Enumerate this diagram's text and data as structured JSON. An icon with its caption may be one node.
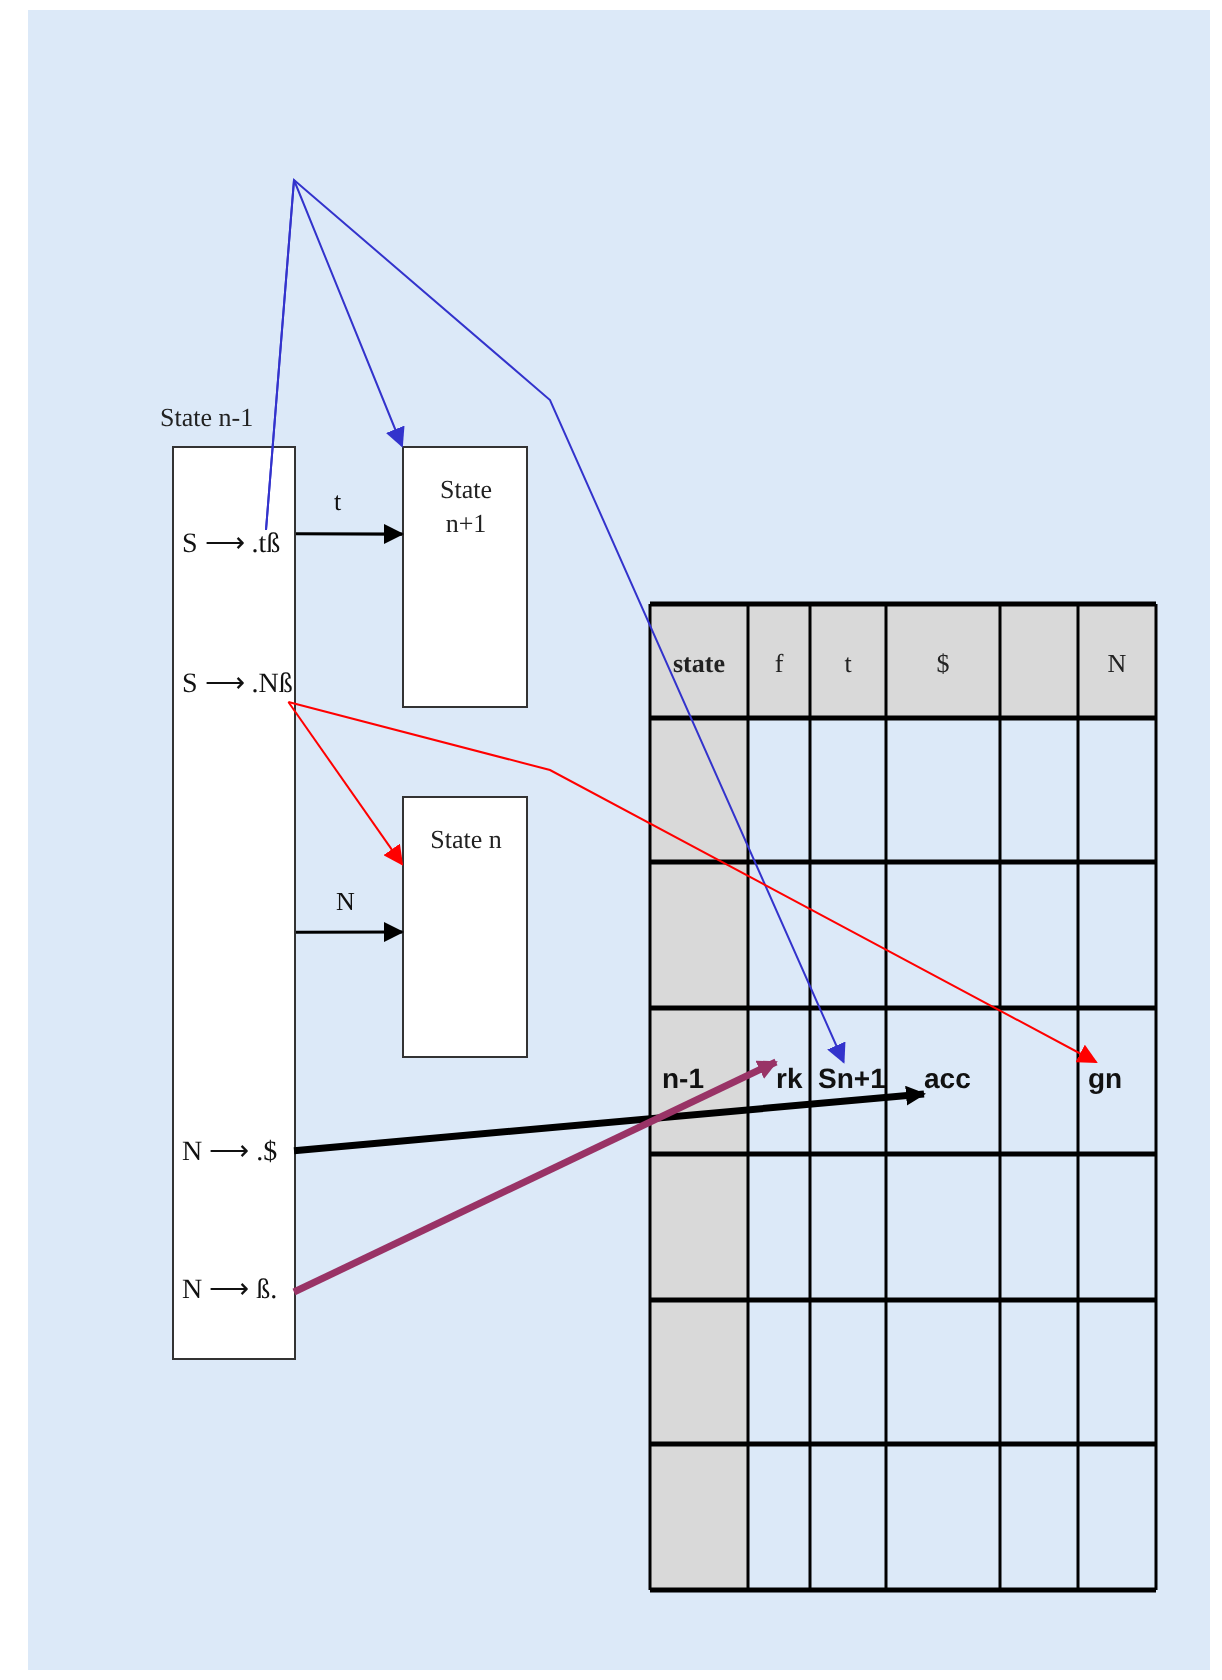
{
  "diagram": {
    "nodes": [
      {
        "text": [
          "State n-1"
        ]
      },
      {
        "text": [
          "S ⟶ .tß"
        ],
        "in": 0
      },
      {
        "text": [
          "S ⟶ .Nß"
        ],
        "in": 0
      },
      {
        "text": [
          "N ⟶ .$"
        ],
        "in": 0
      },
      {
        "text": [
          "N ⟶ ß."
        ],
        "in": 0
      },
      {
        "text": [
          "State n+1"
        ]
      },
      {
        "text": [
          "State n"
        ]
      },
      {
        "text": [
          "rk"
        ]
      },
      {
        "text": [
          "Sn+1"
        ]
      },
      {
        "text": [
          "acc"
        ]
      },
      {
        "text": [
          "gn"
        ]
      }
    ],
    "edges": [
      {
        "from": 0,
        "to": 5,
        "arrow": "to",
        "label": "t"
      },
      {
        "from": 0,
        "to": 6,
        "arrow": "to",
        "label": "N"
      },
      {
        "from": 1,
        "to": 5,
        "arrow": "to",
        "color": "#3333cc"
      },
      {
        "from": 1,
        "to": 8,
        "arrow": "to",
        "color": "#3333cc"
      },
      {
        "from": 2,
        "to": 6,
        "arrow": "to",
        "color": "#ff0000"
      },
      {
        "from": 2,
        "to": 10,
        "arrow": "to",
        "color": "#ff0000"
      },
      {
        "from": 3,
        "to": 9,
        "arrow": "to",
        "style": "thick"
      },
      {
        "from": 4,
        "to": 7,
        "arrow": "to",
        "style": "thick",
        "color": "#993366"
      }
    ],
    "labels": [
      "state",
      "f",
      "t",
      "$",
      "N",
      "n-1"
    ]
  }
}
